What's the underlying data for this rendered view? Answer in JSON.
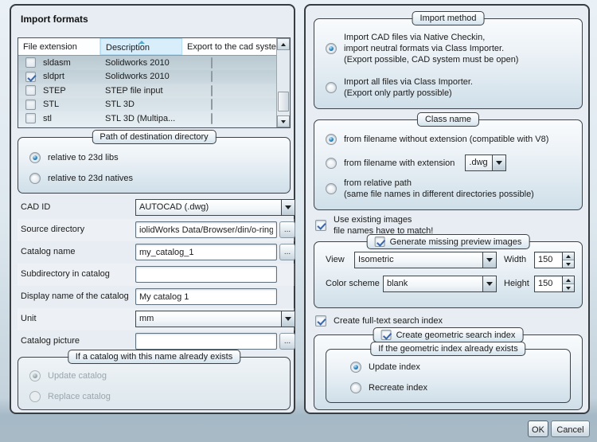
{
  "colors": {
    "accent_blue": "#2f86c2",
    "check_blue": "#3a66a8",
    "sorted_header_bg": "#d8eefb",
    "panel_bg": "#e7edf2",
    "bottom_bar_bg": "#a8bac6"
  },
  "left": {
    "title": "Import formats",
    "table": {
      "columns": [
        "File extension",
        "Description",
        "Export to the cad system"
      ],
      "sorted_column": "Description",
      "sort_direction": "ascending",
      "rows": [
        {
          "enabled": false,
          "extension": "sldasm",
          "description": "Solidworks 2010",
          "export": false
        },
        {
          "enabled": true,
          "extension": "sldprt",
          "description": "Solidworks 2010",
          "export": false
        },
        {
          "enabled": false,
          "extension": "STEP",
          "description": "STEP file input",
          "export": false
        },
        {
          "enabled": false,
          "extension": "STL",
          "description": "STL 3D",
          "export": false
        },
        {
          "enabled": false,
          "extension": "stl",
          "description": "STL 3D (Multipa...",
          "export": false
        }
      ]
    },
    "path_group": {
      "title": "Path of destination directory",
      "options": [
        {
          "label": "relative to 23d libs",
          "selected": true
        },
        {
          "label": "relative to 23d natives",
          "selected": false
        }
      ]
    },
    "fields": {
      "cad_id": {
        "label": "CAD ID",
        "value": "AUTOCAD (.dwg)"
      },
      "source_directory": {
        "label": "Source directory",
        "value": "iolidWorks Data/Browser/din/o-rings",
        "browse": "..."
      },
      "catalog_name": {
        "label": "Catalog name",
        "value": "my_catalog_1",
        "browse": "..."
      },
      "subdirectory": {
        "label": "Subdirectory in catalog",
        "value": ""
      },
      "display_name": {
        "label": "Display name of the catalog",
        "value": "My catalog 1"
      },
      "unit": {
        "label": "Unit",
        "value": "mm"
      },
      "catalog_picture": {
        "label": "Catalog picture",
        "value": "",
        "browse": "..."
      }
    },
    "exists_group": {
      "title": "If a catalog with this name already exists",
      "options": [
        {
          "label": "Update catalog",
          "selected": true,
          "disabled": true
        },
        {
          "label": "Replace catalog",
          "selected": false,
          "disabled": true
        }
      ]
    }
  },
  "right": {
    "import_method": {
      "title": "Import method",
      "option1": {
        "selected": true,
        "line1": "Import CAD files via Native Checkin,",
        "line2": "import neutral formats via Class Importer.",
        "line3": "(Export possible, CAD system must be open)"
      },
      "option2": {
        "selected": false,
        "line1": "Import all files via Class Importer.",
        "line2": "(Export only partly possible)"
      }
    },
    "class_name": {
      "title": "Class name",
      "option1": {
        "label": "from filename without extension (compatible with V8)",
        "selected": true
      },
      "option2": {
        "label": "from filename with extension",
        "selected": false,
        "extension_value": ".dwg"
      },
      "option3": {
        "selected": false,
        "line1": "from relative path",
        "line2": "(same file names in different directories possible)"
      }
    },
    "use_existing_images": {
      "checked": true,
      "line1": "Use existing images",
      "line2": "file names have to match!"
    },
    "preview_group": {
      "title": "Generate missing preview images",
      "checked": true,
      "view_label": "View",
      "view_value": "Isometric",
      "width_label": "Width",
      "width_value": "150",
      "color_label": "Color scheme",
      "color_value": "blank",
      "height_label": "Height",
      "height_value": "150"
    },
    "fulltext": {
      "checked": true,
      "label": "Create full-text search index"
    },
    "geometric_group": {
      "title": "Create geometric search index",
      "checked": true,
      "exists_group": {
        "title": "If the geometric index already exists",
        "options": [
          {
            "label": "Update index",
            "selected": true
          },
          {
            "label": "Recreate index",
            "selected": false
          }
        ]
      }
    }
  },
  "window": {
    "ok": "OK",
    "cancel": "Cancel"
  }
}
